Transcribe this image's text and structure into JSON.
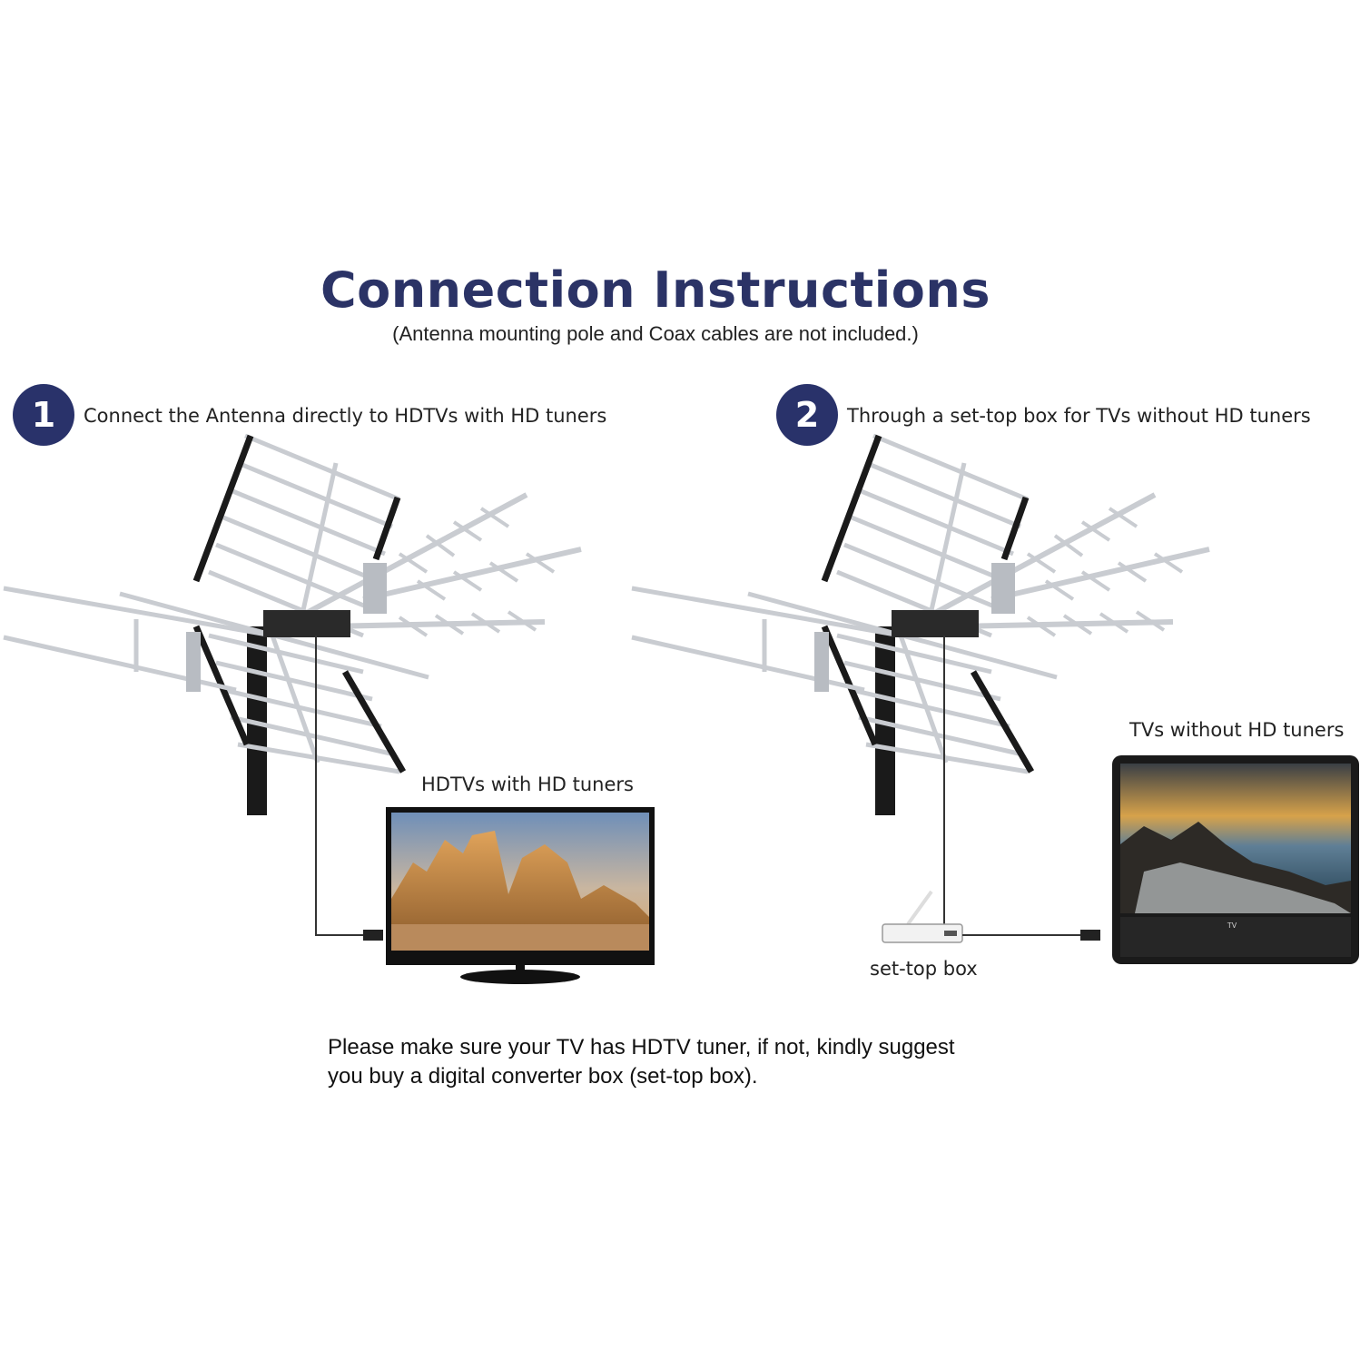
{
  "title": "Connection Instructions",
  "subtitle": "(Antenna mounting pole and Coax cables are not included.)",
  "steps": [
    {
      "number": "1",
      "text": "Connect the Antenna directly to HDTVs with HD tuners"
    },
    {
      "number": "2",
      "text": "Through a set-top box for TVs without HD tuners"
    }
  ],
  "labels": {
    "hdtv": "HDTVs with HD tuners",
    "tv_without": "TVs without HD tuners",
    "set_top_box": "set-top box",
    "tv_screen_text": "TV"
  },
  "note": {
    "line1": "Please make sure your TV has HDTV tuner, if not, kindly suggest",
    "line2": "you buy a digital converter box  (set-top box)."
  },
  "colors": {
    "title": "#2b3366",
    "step_circle": "#29326a",
    "antenna_metal": "#c9ccd1",
    "pole": "#1a1a1a"
  }
}
